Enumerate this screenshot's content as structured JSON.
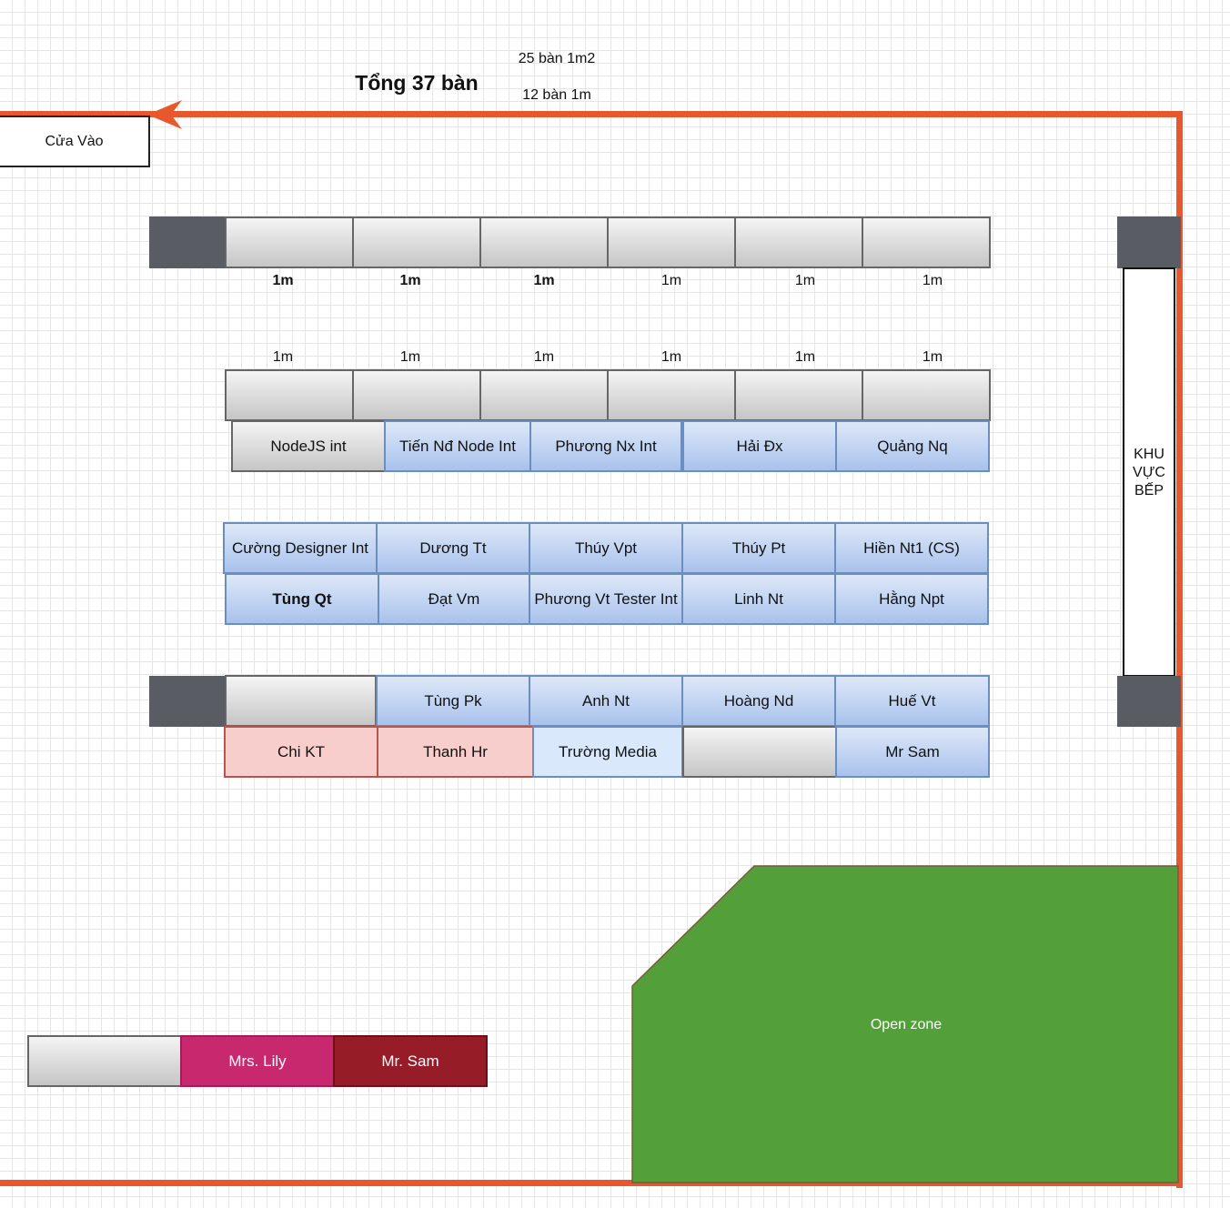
{
  "title": "Tổng 37 bàn",
  "summary": {
    "line1": "25 bàn 1m2",
    "line2": "12 bàn 1m"
  },
  "entrance": "Cửa Vào",
  "kitchen": {
    "line1": "KHU",
    "line2": "VỰC",
    "line3": "BẾP"
  },
  "open_zone": "Open zone",
  "desk_label": "1m",
  "row3": [
    "NodeJS int",
    "Tiến Nđ Node Int",
    "Phương Nx Int",
    "Hải Đx",
    "Quảng Nq"
  ],
  "row4": [
    "Cường Designer Int",
    "Dương Tt",
    "Thúy Vpt",
    "Thúy Pt",
    "Hiền Nt1 (CS)"
  ],
  "row5": [
    "Tùng Qt",
    "Đạt Vm",
    "Phương Vt Tester Int",
    "Linh Nt",
    "Hằng Npt"
  ],
  "row6": [
    "",
    "Tùng Pk",
    "Anh Nt",
    "Hoàng Nd",
    "Huế Vt"
  ],
  "row7": [
    "Chi KT",
    "Thanh Hr",
    "Trường Media",
    "",
    "Mr Sam"
  ],
  "bottom_desks": [
    "",
    "Mrs. Lily",
    "Mr. Sam"
  ],
  "colors": {
    "wall": "#e8582f",
    "pillar": "#595c62",
    "open_zone": "#53a03a",
    "mrs_lily": "#c8296e",
    "mr_sam_bottom": "#961c28",
    "blue_desk": "#a9c2ec",
    "pink_desk": "#f8cecc"
  }
}
